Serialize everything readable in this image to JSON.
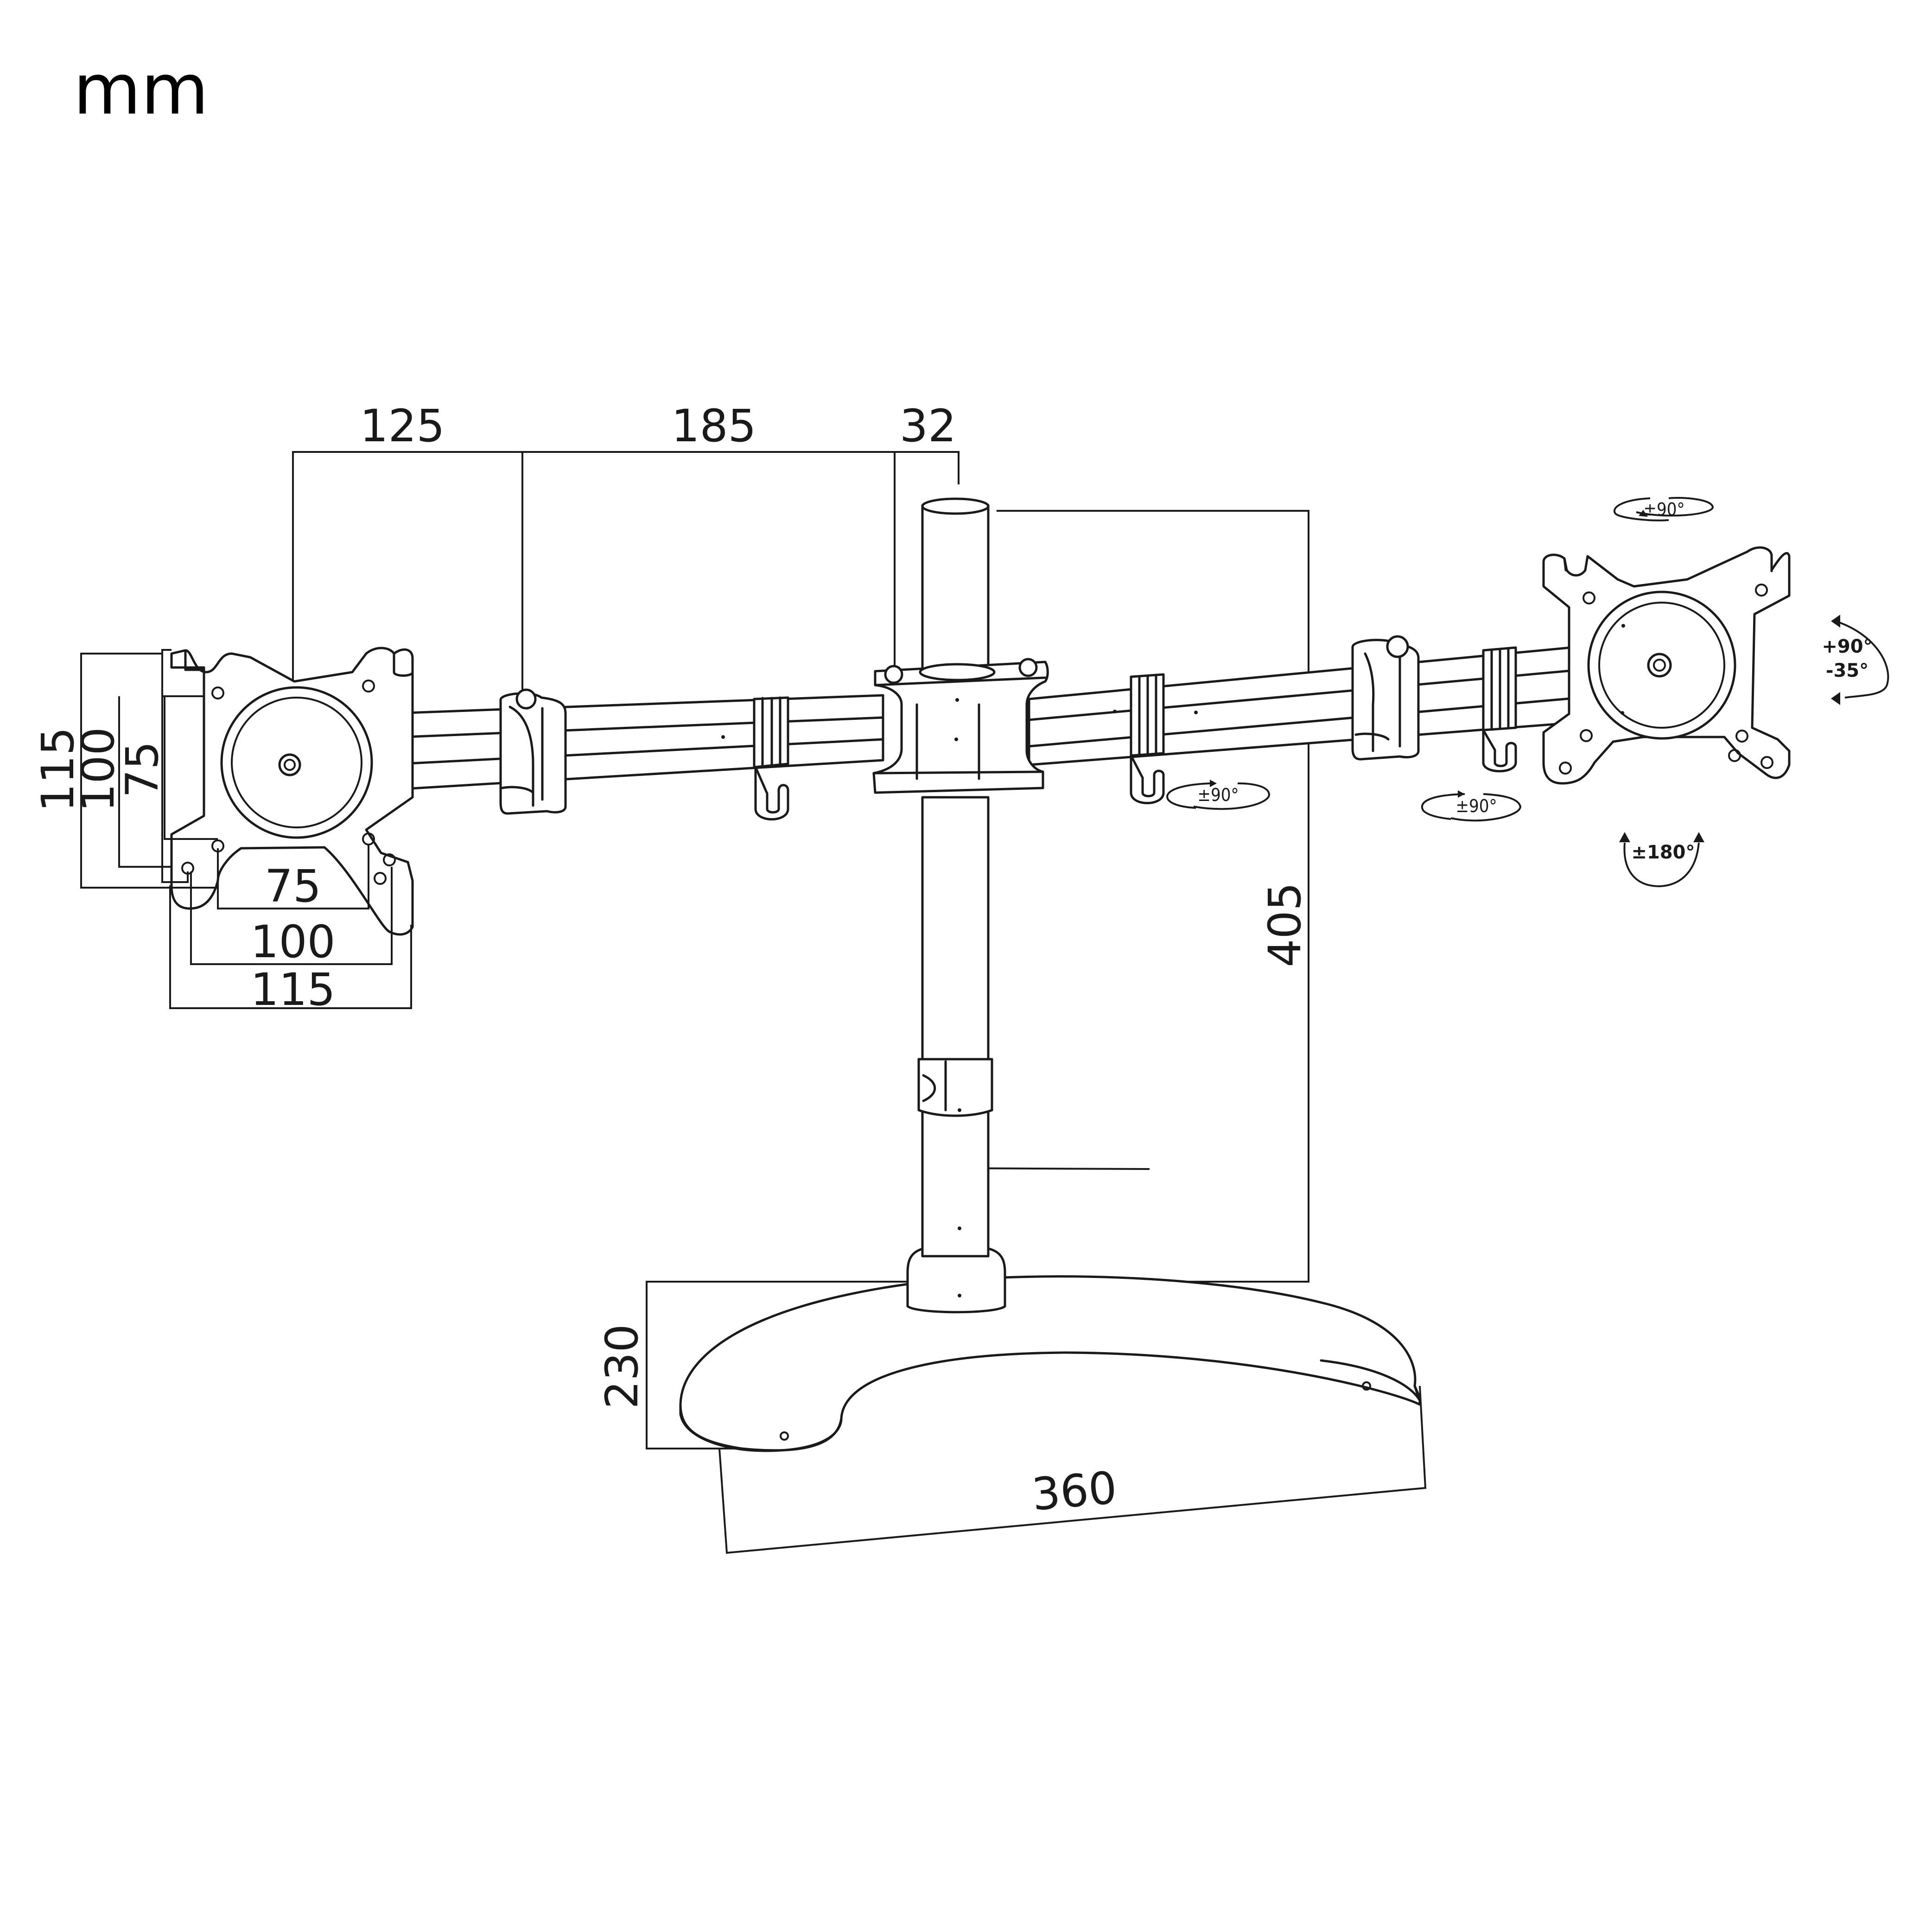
{
  "unit_label": "mm",
  "dimensions": {
    "offset_1": "125",
    "offset_2": "185",
    "offset_3": "32",
    "total_height": "405",
    "base_depth": "230",
    "base_width": "360",
    "vesa_h_small": "75",
    "vesa_h_mid": "100",
    "vesa_h_large": "115",
    "vesa_v_small": "75",
    "vesa_v_mid": "100",
    "vesa_v_large": "115"
  },
  "rotations": {
    "swivel_top": "±90°",
    "swivel_arm_left": "±90°",
    "swivel_arm_right": "±90°",
    "tilt_up": "+90°",
    "tilt_down": "-35°",
    "rotate": "±180°"
  }
}
